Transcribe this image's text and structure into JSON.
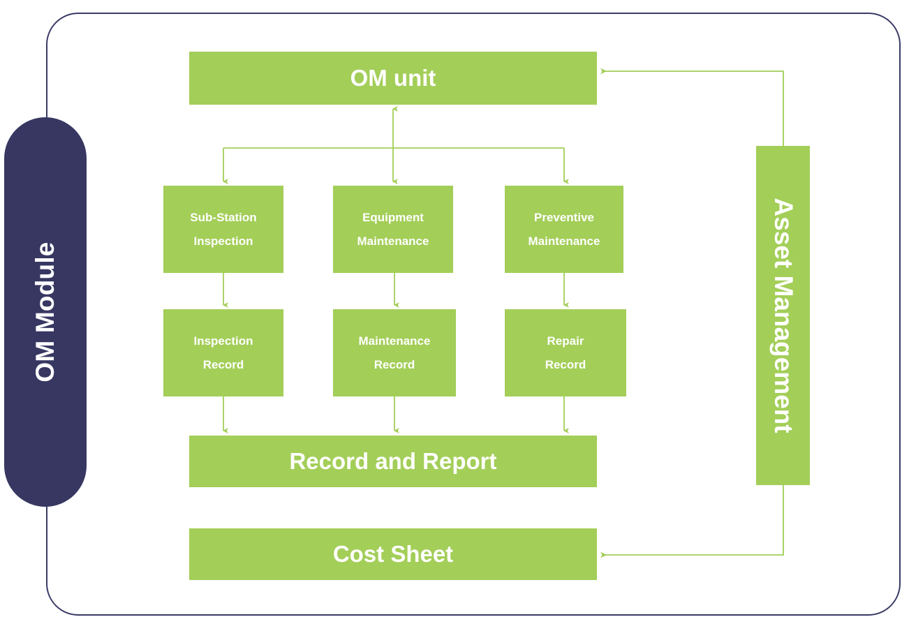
{
  "diagram": {
    "title": "OM Module",
    "colors": {
      "accent_green": "#a3ce58",
      "navy": "#373762",
      "frame_border": "#3a3a66",
      "connector": "#a3ce58",
      "label_text": "#ffffff",
      "background": "#ffffff"
    },
    "module_label": "OM Module",
    "nodes": {
      "om_unit": "OM unit",
      "sub_station_inspection": "Sub-Station\nInspection",
      "sub_station_inspection_line1": "Sub-Station",
      "sub_station_inspection_line2": "Inspection",
      "equipment_maintenance_line1": "Equipment",
      "equipment_maintenance_line2": "Maintenance",
      "preventive_maintenance_line1": "Preventive",
      "preventive_maintenance_line2": "Maintenance",
      "inspection_record_line1": "Inspection",
      "inspection_record_line2": "Record",
      "maintenance_record_line1": "Maintenance",
      "maintenance_record_line2": "Record",
      "repair_record_line1": "Repair",
      "repair_record_line2": "Record",
      "record_and_report": "Record and Report",
      "cost_sheet": "Cost Sheet",
      "asset_management": "Asset Management"
    },
    "edges": [
      {
        "from": "om_unit",
        "to": "sub_station_inspection",
        "style": "elbow-down",
        "arrow": "down"
      },
      {
        "from": "om_unit",
        "to": "equipment_maintenance",
        "style": "straight-down",
        "arrow": "down"
      },
      {
        "from": "om_unit",
        "to": "preventive_maintenance",
        "style": "elbow-down",
        "arrow": "down"
      },
      {
        "from": "sub_station_inspection",
        "to": "inspection_record",
        "style": "straight-down",
        "arrow": "down"
      },
      {
        "from": "equipment_maintenance",
        "to": "maintenance_record",
        "style": "straight-down",
        "arrow": "down"
      },
      {
        "from": "preventive_maintenance",
        "to": "repair_record",
        "style": "straight-down",
        "arrow": "down"
      },
      {
        "from": "inspection_record",
        "to": "record_and_report",
        "style": "straight-down",
        "arrow": "down"
      },
      {
        "from": "maintenance_record",
        "to": "record_and_report",
        "style": "straight-down",
        "arrow": "down"
      },
      {
        "from": "repair_record",
        "to": "record_and_report",
        "style": "straight-down",
        "arrow": "down"
      },
      {
        "from": "asset_management",
        "to": "om_unit",
        "style": "elbow-left",
        "arrow": "left"
      },
      {
        "from": "asset_management",
        "to": "cost_sheet",
        "style": "elbow-left",
        "arrow": "left"
      }
    ]
  }
}
